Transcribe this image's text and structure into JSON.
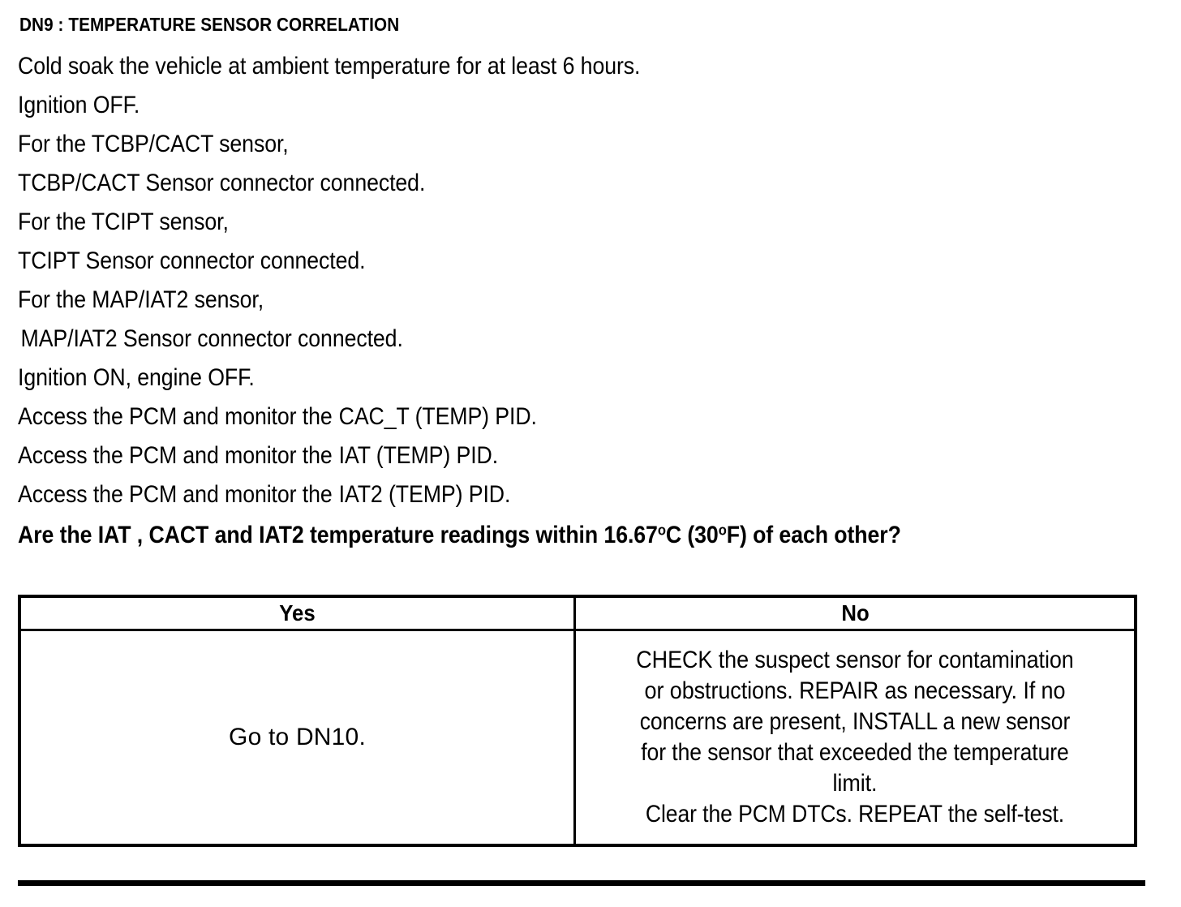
{
  "document": {
    "title": "DN9 : TEMPERATURE SENSOR CORRELATION",
    "steps": [
      "Cold soak the vehicle at ambient temperature for at least 6 hours.",
      "Ignition OFF.",
      "For the TCBP/CACT sensor,",
      "TCBP/CACT Sensor connector connected.",
      "For the TCIPT sensor,",
      "TCIPT Sensor connector connected.",
      "For the MAP/IAT2 sensor,",
      "MAP/IAT2 Sensor connector connected.",
      "Ignition ON, engine OFF."
    ],
    "pid_steps": [
      {
        "prefix": "Access the PCM and monitor the",
        "pid": "CAC_T (TEMP) PID."
      },
      {
        "prefix": "Access the PCM and monitor the",
        "pid": "IAT (TEMP) PID."
      },
      {
        "prefix": "Access the PCM and monitor the",
        "pid": "IAT2 (TEMP) PID."
      }
    ],
    "question": {
      "part1": "Are the IAT , CACT and IAT2 temperature readings within 16.67",
      "unit_c": "C (30",
      "unit_f": "F) of each other?",
      "degree_symbol": "o"
    }
  },
  "table": {
    "headers": {
      "yes": "Yes",
      "no": "No"
    },
    "yes_action": "Go to DN10.",
    "no_action_lines": [
      "CHECK the suspect sensor for contamination",
      "or obstructions. REPAIR as necessary. If no",
      "concerns are present, INSTALL a new sensor",
      "for the sensor that exceeded the temperature",
      "limit.",
      "Clear the PCM DTCs. REPEAT the self-test."
    ]
  },
  "colors": {
    "ink": "#000000",
    "paper": "#ffffff"
  }
}
